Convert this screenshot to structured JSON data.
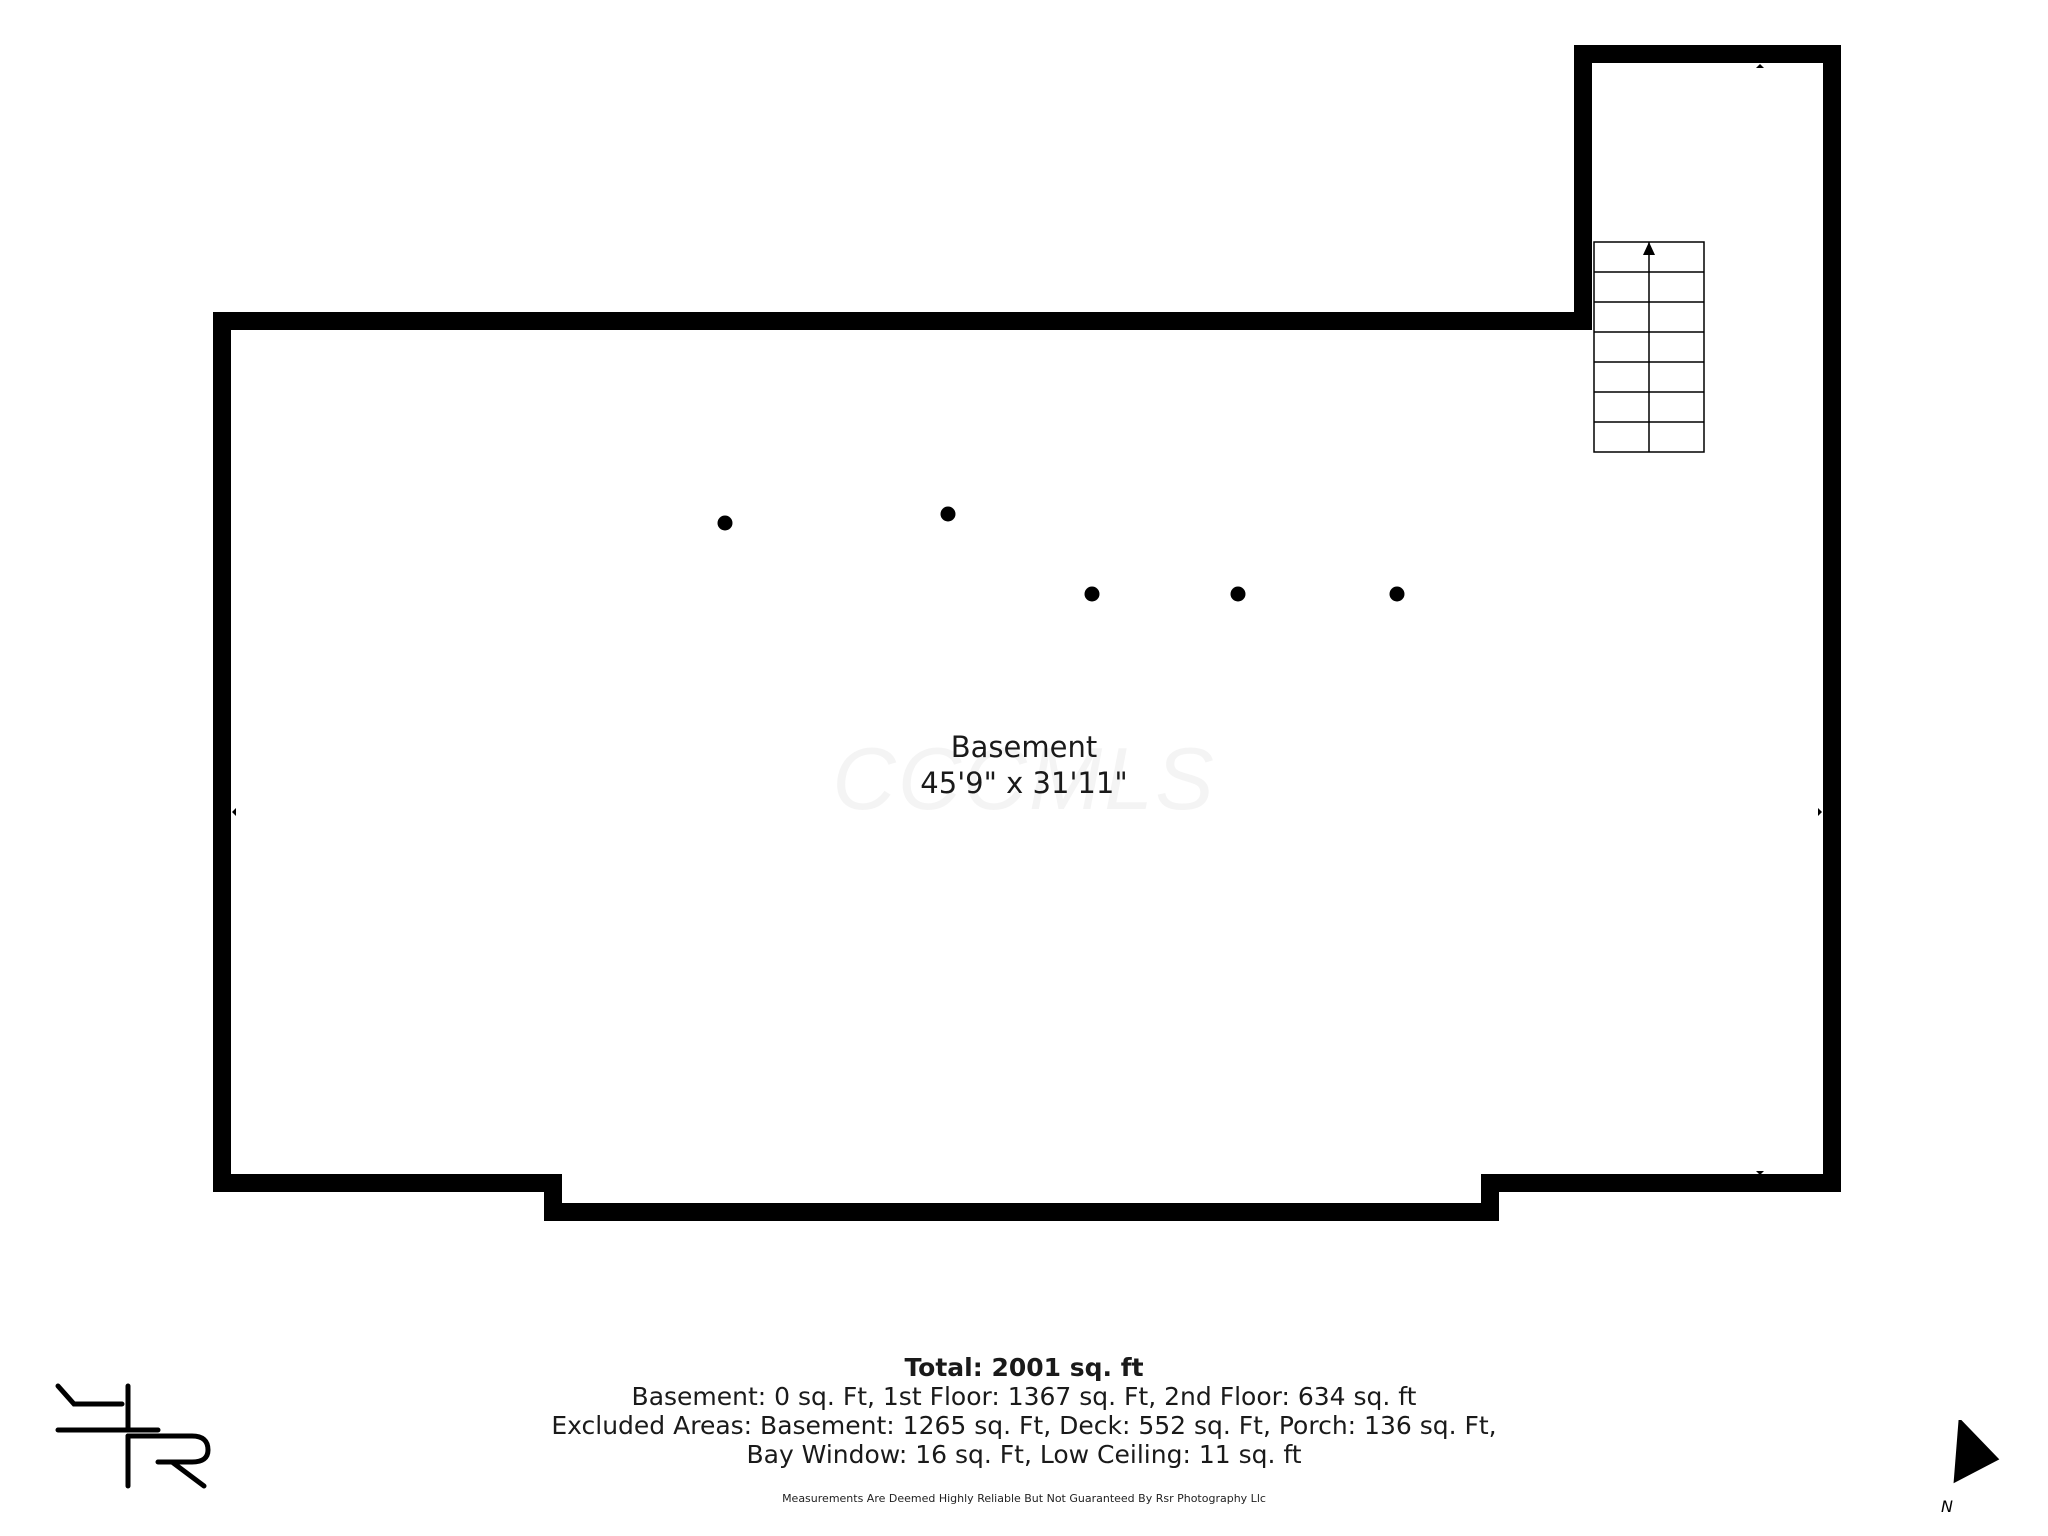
{
  "watermark": "CCCMLS",
  "room": {
    "name": "Basement",
    "dimensions": "45'9\" x 31'11\""
  },
  "summary": {
    "total": "Total: 2001 sq. ft",
    "line1": "Basement: 0 sq. Ft, 1st Floor: 1367 sq. Ft, 2nd Floor: 634 sq. ft",
    "line2": "Excluded Areas: Basement: 1265 sq. Ft, Deck: 552 sq. Ft, Porch: 136 sq. Ft,",
    "line3": "Bay Window: 16 sq. Ft, Low Ceiling: 11 sq. ft"
  },
  "disclaimer": "Measurements Are Deemed Highly Reliable But Not Guaranteed By Rsr Photography Llc",
  "compass": {
    "label": "N"
  },
  "colors": {
    "wall": "#000000",
    "background": "#ffffff"
  }
}
